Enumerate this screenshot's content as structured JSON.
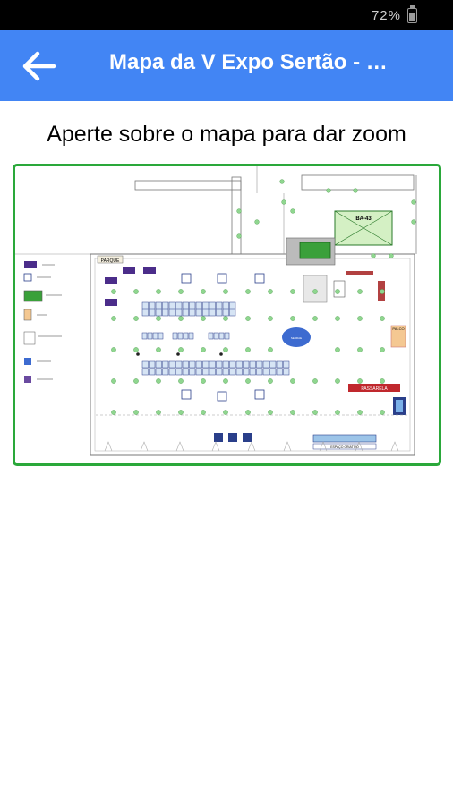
{
  "status_bar": {
    "battery_text": "72%",
    "battery_icon": "battery-icon"
  },
  "app_bar": {
    "back_icon": "arrow-left-icon",
    "title": "Mapa da V Expo Sertão - …",
    "color": "#4285f4"
  },
  "instruction": "Aperte sobre o mapa para dar zoom",
  "map": {
    "border_color": "#2aa83a",
    "area_label": "BA-43",
    "entrance_label": "PARQUE",
    "stand_label": "PALCO",
    "center_label": "SEBRAE",
    "walkway_label": "PASSARELA",
    "bottom_strip_label": "ESPAÇO CRIATIVO"
  }
}
